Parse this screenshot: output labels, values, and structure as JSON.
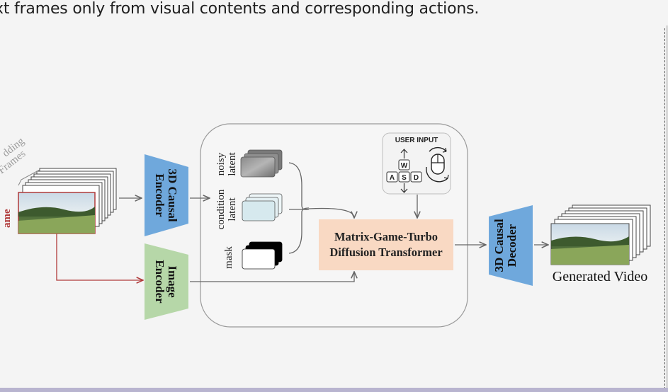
{
  "page": {
    "heading": "xt frames only from visual contents and corresponding actions."
  },
  "diagram": {
    "left_label_top": "dding",
    "left_label_bottom": "Frames",
    "left_red_label": "ame",
    "causal_encoder_line1": "3D Causal",
    "causal_encoder_line2": "Encoder",
    "image_encoder_line1": "Image",
    "image_encoder_line2": "Encoder",
    "noisy_line1": "noisy",
    "noisy_line2": "latent",
    "condition_line1": "condition",
    "condition_line2": "latent",
    "mask_label": "mask",
    "user_input_label": "USER INPUT",
    "keys": [
      "W",
      "A",
      "S",
      "D"
    ],
    "transformer_line1": "Matrix-Game-Turbo",
    "transformer_line2": "Diffusion Transformer",
    "causal_decoder_line1": "3D Causal",
    "causal_decoder_line2": "Decoder",
    "generated_caption": "Generated Video"
  },
  "colors": {
    "encoder_blue": "#6fa8dc",
    "image_encoder_green": "#b6d7a8",
    "transformer_orange": "#f9d9c3",
    "red_arrow": "#b03a3a",
    "arrow_gray": "#666666"
  }
}
